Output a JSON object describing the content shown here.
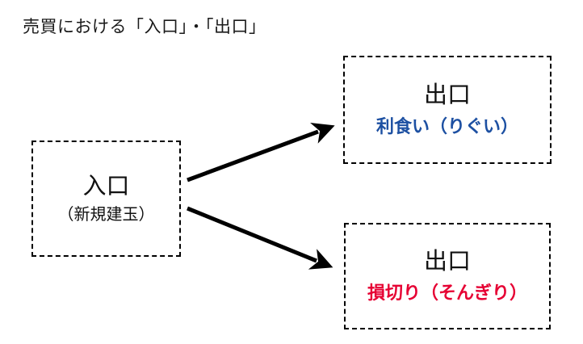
{
  "title": "売買における「入口」・「出口」",
  "colors": {
    "background": "#ffffff",
    "text": "#1a1a1a",
    "box_border": "#000000",
    "arrow": "#000000",
    "profit_blue": "#1d50a2",
    "loss_red": "#e60033"
  },
  "entry_box": {
    "label": "入口",
    "sublabel": "（新規建玉）"
  },
  "exit_profit_box": {
    "label": "出口",
    "sublabel": "利食い（りぐい）"
  },
  "exit_loss_box": {
    "label": "出口",
    "sublabel": "損切り（そんぎり）"
  },
  "arrows": [
    {
      "from": "entry-box",
      "to": "exit-profit-box"
    },
    {
      "from": "entry-box",
      "to": "exit-loss-box"
    }
  ]
}
